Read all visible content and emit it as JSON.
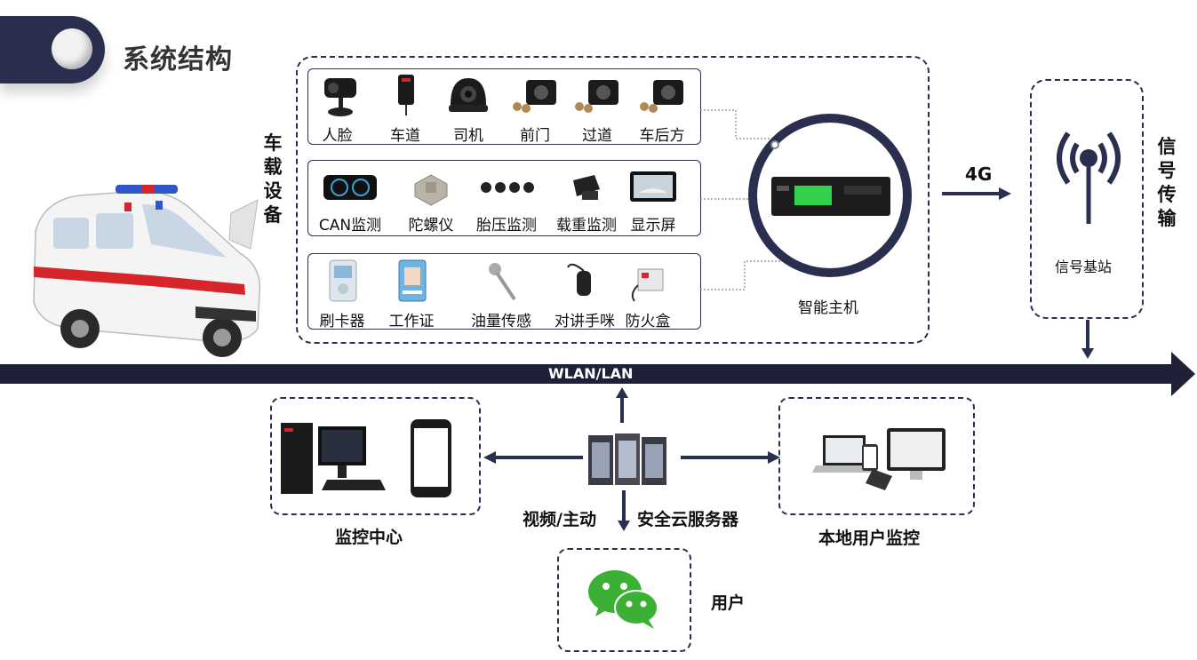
{
  "title": "系统结构",
  "vehicle_label": "车载设备",
  "signal_label": "信号传输",
  "row1": [
    "人脸",
    "车道",
    "司机",
    "前门",
    "过道",
    "车后方"
  ],
  "row2": [
    "CAN监测",
    "陀螺仪",
    "胎压监测",
    "载重监测",
    "显示屏"
  ],
  "row3": [
    "刷卡器",
    "工作证",
    "油量传感",
    "对讲手咪",
    "防火盒"
  ],
  "host_label": "智能主机",
  "network_4g": "4G",
  "base_station": "信号基站",
  "backbone": "WLAN/LAN",
  "server_left": "视频/主动",
  "server_right": "安全云服务器",
  "monitor_center": "监控中心",
  "local_monitor": "本地用户监控",
  "user": "用户",
  "colors": {
    "navy": "#2b2f4f",
    "red": "#d7262b",
    "green": "#3cb034"
  }
}
